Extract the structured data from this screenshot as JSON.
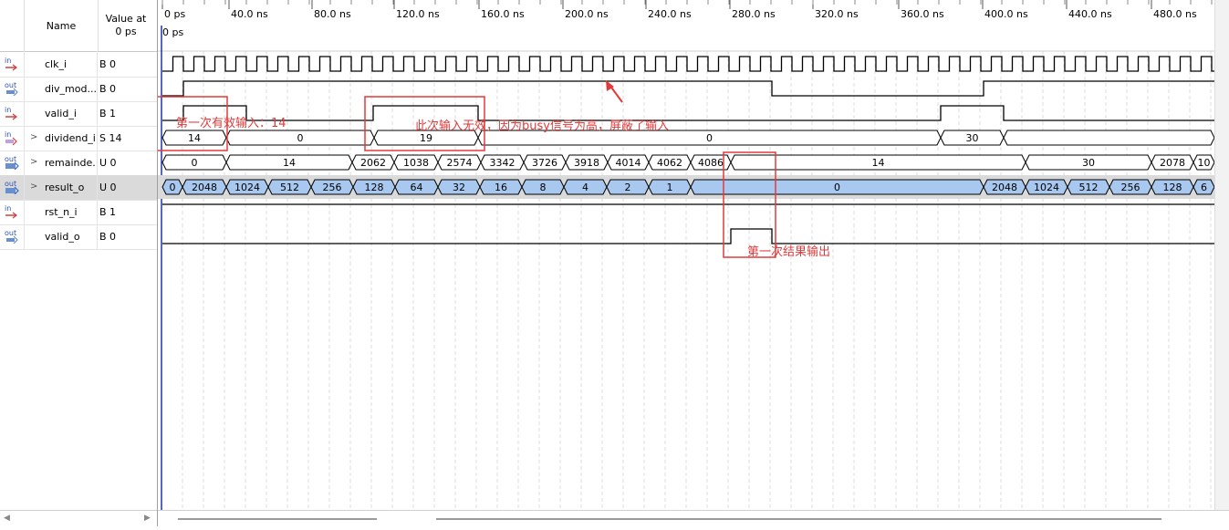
{
  "header": {
    "name": "Name",
    "value_at": "Value at\n0 ps"
  },
  "signals": [
    {
      "name": "clk_i",
      "value": "B 0",
      "dir": "in",
      "expand": false
    },
    {
      "name": "div_mod...",
      "value": "B 0",
      "dir": "out",
      "expand": false
    },
    {
      "name": "valid_i",
      "value": "B 1",
      "dir": "in",
      "expand": false
    },
    {
      "name": "dividend_i",
      "value": "S 14",
      "dir": "in-bus",
      "expand": true
    },
    {
      "name": "remainde...",
      "value": "U 0",
      "dir": "out-bus",
      "expand": true
    },
    {
      "name": "result_o",
      "value": "U 0",
      "dir": "out-bus",
      "expand": true,
      "selected": true
    },
    {
      "name": "rst_n_i",
      "value": "B 1",
      "dir": "in",
      "expand": false
    },
    {
      "name": "valid_o",
      "value": "B 0",
      "dir": "out",
      "expand": false
    }
  ],
  "timeline": {
    "labels": [
      "0 ps",
      "40.0 ns",
      "80.0 ns",
      "120.0 ns",
      "160.0 ns",
      "200.0 ns",
      "240.0 ns",
      "280.0 ns",
      "320.0 ns",
      "360.0 ns",
      "400.0 ns",
      "440.0 ns",
      "480.0 ns"
    ],
    "cursor_label": "0 ps"
  },
  "buses": {
    "dividend": [
      "14",
      "0",
      "19",
      "0",
      "30"
    ],
    "remainder": [
      "0",
      "14",
      "2062",
      "1038",
      "2574",
      "3342",
      "3726",
      "3918",
      "4014",
      "4062",
      "4086",
      "14",
      "30",
      "2078",
      "10"
    ],
    "result": [
      "0",
      "2048",
      "1024",
      "512",
      "256",
      "128",
      "64",
      "32",
      "16",
      "8",
      "4",
      "2",
      "1",
      "0",
      "2048",
      "1024",
      "512",
      "256",
      "128",
      "6"
    ]
  },
  "annotations": {
    "first_input": "第一次有效输入：14",
    "invalid_input": "此次输入无效，因为busy信号为高，屏蔽了输入",
    "first_output": "第一次结果输出"
  },
  "colors": {
    "accent_red": "#e23a3a",
    "bus_fill": "#a8c8f0",
    "selected_row": "#dadada"
  },
  "icons": {
    "in": "input-pin-icon",
    "out": "output-pin-icon",
    "expand": "chevron-right-icon"
  }
}
